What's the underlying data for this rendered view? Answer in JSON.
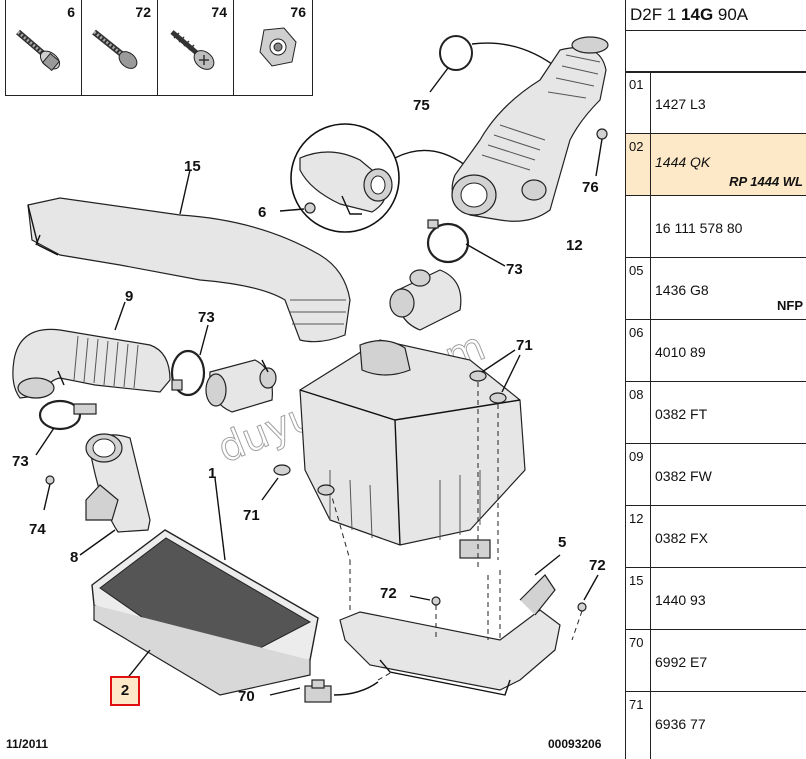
{
  "fasteners": [
    {
      "num": "6",
      "icon": "bolt-with-washer-icon"
    },
    {
      "num": "72",
      "icon": "bolt-icon"
    },
    {
      "num": "74",
      "icon": "self-tapping-screw-icon"
    },
    {
      "num": "76",
      "icon": "nut-icon"
    }
  ],
  "callouts": {
    "c1": "1",
    "c2": "2",
    "c5": "5",
    "c6": "6",
    "c8": "8",
    "c9": "9",
    "c12": "12",
    "c15": "15",
    "c70": "70",
    "c71a": "71",
    "c71b": "71",
    "c72a": "72",
    "c72b": "72",
    "c73a": "73",
    "c73b": "73",
    "c73c": "73",
    "c74": "74",
    "c75": "75",
    "c76": "76"
  },
  "watermark": "duyukoto.com",
  "footer": {
    "date": "11/2011",
    "ref": "00093206"
  },
  "panel": {
    "header_a": "D2F 1 ",
    "header_b": "14G",
    "header_c": " 90A",
    "rows": [
      {
        "idx": "01",
        "code": "1427 L3",
        "sub": ""
      },
      {
        "idx": "02",
        "code": "1444 QK",
        "sub": "RP 1444 WL",
        "highlight": true
      },
      {
        "idx": "",
        "code": "16 111 578 80",
        "sub": ""
      },
      {
        "idx": "05",
        "code": "1436 G8",
        "sub": "NFP"
      },
      {
        "idx": "06",
        "code": "4010 89",
        "sub": ""
      },
      {
        "idx": "08",
        "code": "0382 FT",
        "sub": ""
      },
      {
        "idx": "09",
        "code": "0382 FW",
        "sub": ""
      },
      {
        "idx": "12",
        "code": "0382 FX",
        "sub": ""
      },
      {
        "idx": "15",
        "code": "1440 93",
        "sub": ""
      },
      {
        "idx": "70",
        "code": "6992 E7",
        "sub": ""
      },
      {
        "idx": "71",
        "code": "6936 77",
        "sub": ""
      }
    ]
  }
}
